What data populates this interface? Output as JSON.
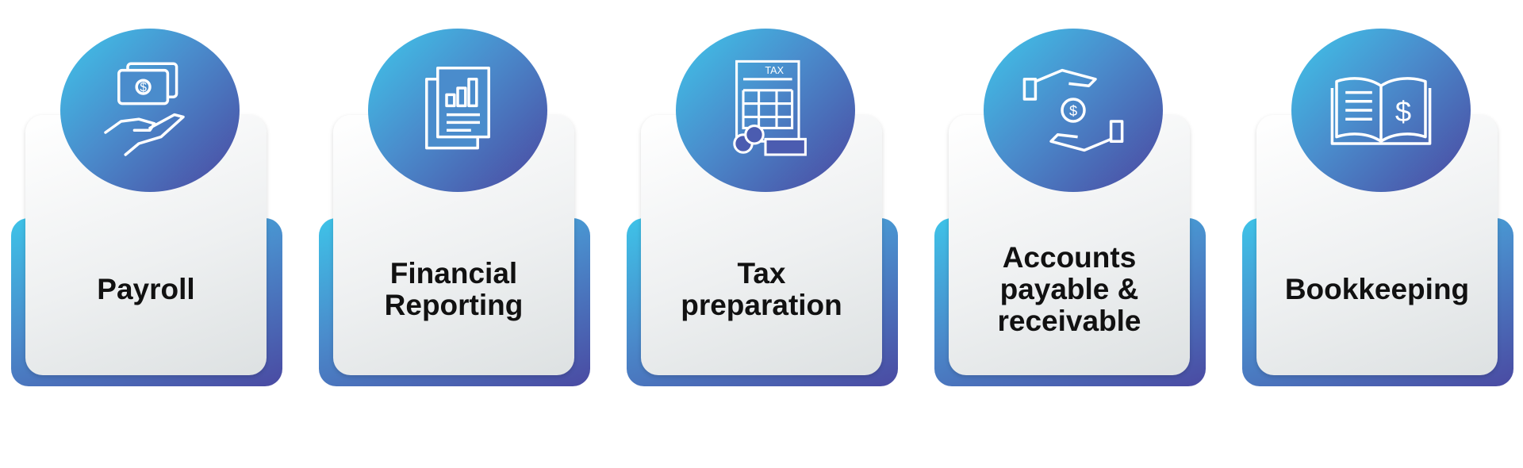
{
  "services": [
    {
      "label_lines": [
        "Payroll"
      ],
      "icon": "money-hand-icon"
    },
    {
      "label_lines": [
        "Financial",
        "Reporting"
      ],
      "icon": "report-chart-icon"
    },
    {
      "label_lines": [
        "Tax",
        "preparation"
      ],
      "icon": "tax-form-icon",
      "icon_text": "TAX"
    },
    {
      "label_lines": [
        "Accounts",
        "payable &",
        "receivable"
      ],
      "icon": "hands-coin-icon"
    },
    {
      "label_lines": [
        "Bookkeeping"
      ],
      "icon": "ledger-book-icon"
    }
  ],
  "colors": {
    "gradient_start": "#3fc6ea",
    "gradient_end": "#4b47a0",
    "text": "#111111"
  }
}
